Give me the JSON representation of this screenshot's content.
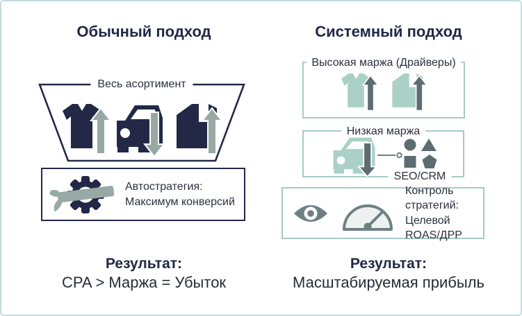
{
  "colors": {
    "navy": "#222846",
    "teal_light": "#abd0c7",
    "slate_dark": "#5c6c70",
    "gray_green": "#98a8a5",
    "icon_gray": "#6e8082",
    "box_border_teal": "#a6cbc5",
    "outer_border": "#c2dcdc",
    "text_dark": "#2b2f3d"
  },
  "left": {
    "title": "Обычный подход",
    "funnel": {
      "label": "Весь асортимент",
      "icons": [
        "tshirt-up-icon",
        "car-down-icon",
        "hoodie-up-icon"
      ]
    },
    "strategy": {
      "icon": "gear-wrench-icon",
      "line1": "Автостратегия:",
      "line2": "Максимум конверсий"
    },
    "result": {
      "title": "Результат:",
      "text": "CPA > Маржа = Убыток"
    }
  },
  "right": {
    "title": "Системный подход",
    "high_margin_box": {
      "label": "Высокая маржа (Драйверы)",
      "icons": [
        "tshirt-up-icon",
        "hoodie-up-icon"
      ]
    },
    "low_margin_box": {
      "label": "Низкая маржа",
      "icons": [
        "car-down-icon",
        "connector-icon",
        "segments-shapes-icon"
      ],
      "footer_label": "SEO/CRM"
    },
    "control_box": {
      "icons": [
        "eye-icon",
        "gauge-icon"
      ],
      "line1": "Контроль стратегий:",
      "line2": "Целевой ROAS/ДРР"
    },
    "result": {
      "title": "Результат:",
      "text": "Масштабируемая прибыль"
    }
  }
}
